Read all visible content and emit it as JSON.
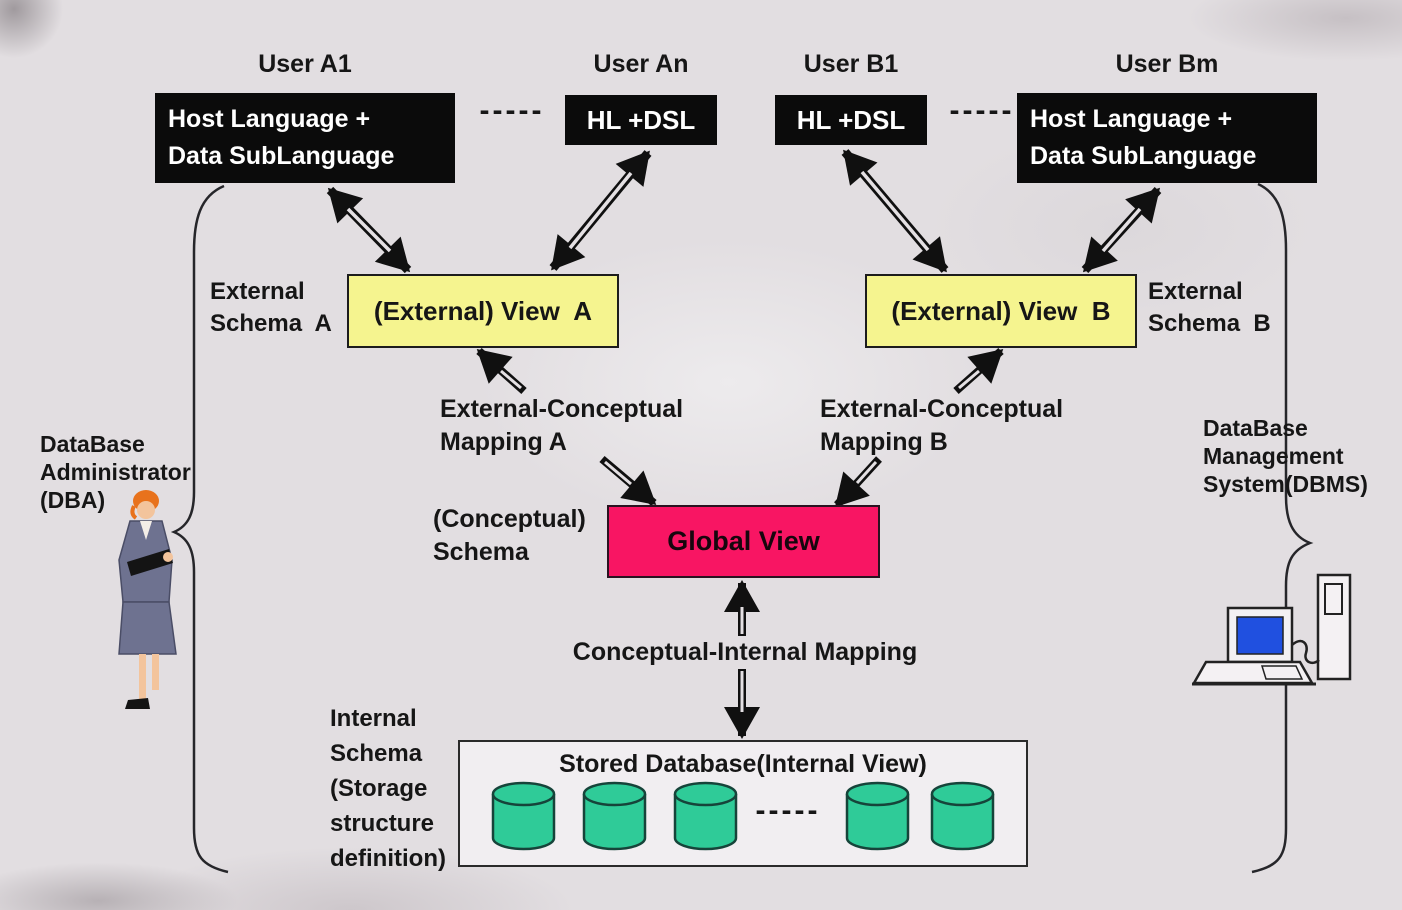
{
  "users": [
    {
      "label": "User A1",
      "box_lines": [
        "Host Language +",
        "Data SubLanguage"
      ]
    },
    {
      "label": "User An",
      "box_lines": [
        "HL +DSL"
      ]
    },
    {
      "label": "User B1",
      "box_lines": [
        "HL +DSL"
      ]
    },
    {
      "label": "User Bm",
      "box_lines": [
        "Host Language +",
        "Data SubLanguage"
      ]
    }
  ],
  "separators": {
    "top_left": "-----",
    "top_right": "-----",
    "storage": "-----"
  },
  "external_level": {
    "schema_a_label": [
      "External",
      "Schema  A"
    ],
    "view_a": "(External) View  A",
    "view_b": "(External) View  B",
    "schema_b_label": [
      "External",
      "Schema  B"
    ]
  },
  "mapping_level": {
    "mapping_a": [
      "External-Conceptual",
      "Mapping A"
    ],
    "mapping_b": [
      "External-Conceptual",
      "Mapping B"
    ]
  },
  "conceptual_level": {
    "schema_label": [
      "(Conceptual)",
      "Schema"
    ],
    "global_view": "Global View"
  },
  "internal_level": {
    "mapping": "Conceptual-Internal Mapping",
    "schema_label": [
      "Internal",
      "Schema",
      "(Storage",
      "structure",
      "definition)"
    ],
    "stored_db_title": "Stored Database(Internal View)",
    "cylinder_count": 5
  },
  "actors": {
    "dba_label": [
      "DataBase",
      "Administrator",
      "(DBA)"
    ],
    "dbms_label": [
      "DataBase",
      "Management",
      "System(DBMS)"
    ]
  },
  "colors": {
    "background": "#e2dee1",
    "user_box_bg": "#0b0b0b",
    "user_box_text": "#ffffff",
    "external_view_bg": "#f5f48f",
    "global_view_bg": "#f81563",
    "cylinder_fill": "#2fcb98",
    "monitor_screen": "#2050e0",
    "arrow_color": "#101010"
  }
}
